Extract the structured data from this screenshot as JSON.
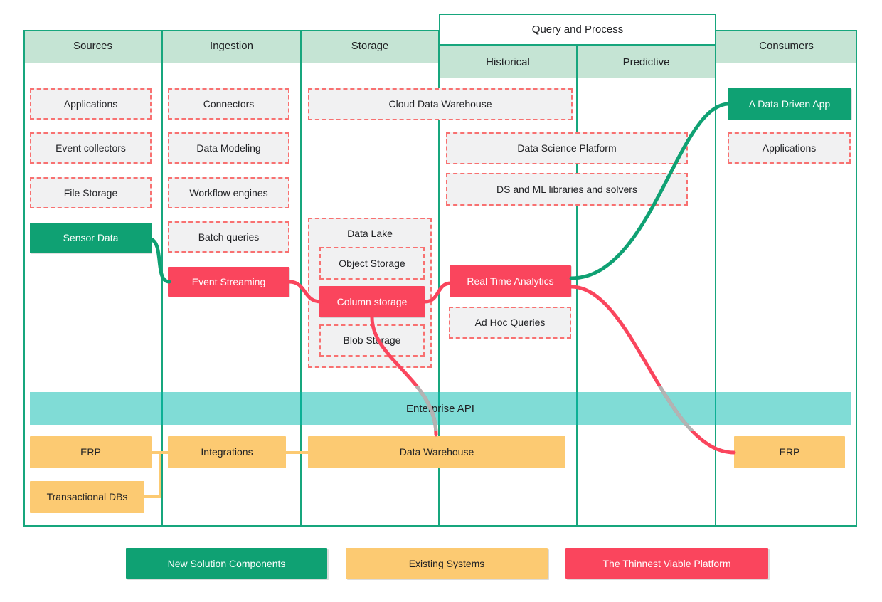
{
  "diagram": {
    "headers": {
      "sources": "Sources",
      "ingestion": "Ingestion",
      "storage": "Storage",
      "query_and_process": "Query and Process",
      "historical": "Historical",
      "predictive": "Predictive",
      "consumers": "Consumers"
    },
    "sources": {
      "applications": "Applications",
      "event_collectors": "Event collectors",
      "file_storage": "File Storage",
      "sensor_data": "Sensor Data"
    },
    "ingestion": {
      "connectors": "Connectors",
      "data_modeling": "Data Modeling",
      "workflow_engines": "Workflow engines",
      "batch_queries": "Batch queries",
      "event_streaming": "Event Streaming"
    },
    "storage": {
      "cloud_data_warehouse": "Cloud Data Warehouse",
      "data_lake": "Data Lake",
      "object_storage": "Object Storage",
      "column_storage": "Column storage",
      "blob_storage": "Blob Storage"
    },
    "query": {
      "data_science_platform": "Data Science Platform",
      "ds_ml_libraries": "DS and ML libraries and solvers",
      "real_time_analytics": "Real Time Analytics",
      "ad_hoc_queries": "Ad Hoc Queries"
    },
    "consumers": {
      "data_driven_app": "A Data Driven App",
      "applications": "Applications",
      "erp": "ERP"
    },
    "enterprise_api": "Enterprise API",
    "existing_systems": {
      "erp": "ERP",
      "transactional_dbs": "Transactional DBs",
      "integrations": "Integrations",
      "data_warehouse": "Data Warehouse"
    },
    "legend": {
      "new_solution": "New Solution Components",
      "existing": "Existing Systems",
      "thinnest_viable": "The Thinnest Viable Platform"
    },
    "colors": {
      "green_solid": "#0fa173",
      "green_border": "#17a67d",
      "header_fill": "#c5e4d4",
      "red_solid": "#fa455d",
      "dashed_border": "#f87171",
      "dashed_fill": "#f1f1f2",
      "yellow": "#fcca72",
      "teal_bar_hex": "#80dcd6",
      "line_gray": "#b3b3b3",
      "text_dark": "#202124"
    }
  }
}
